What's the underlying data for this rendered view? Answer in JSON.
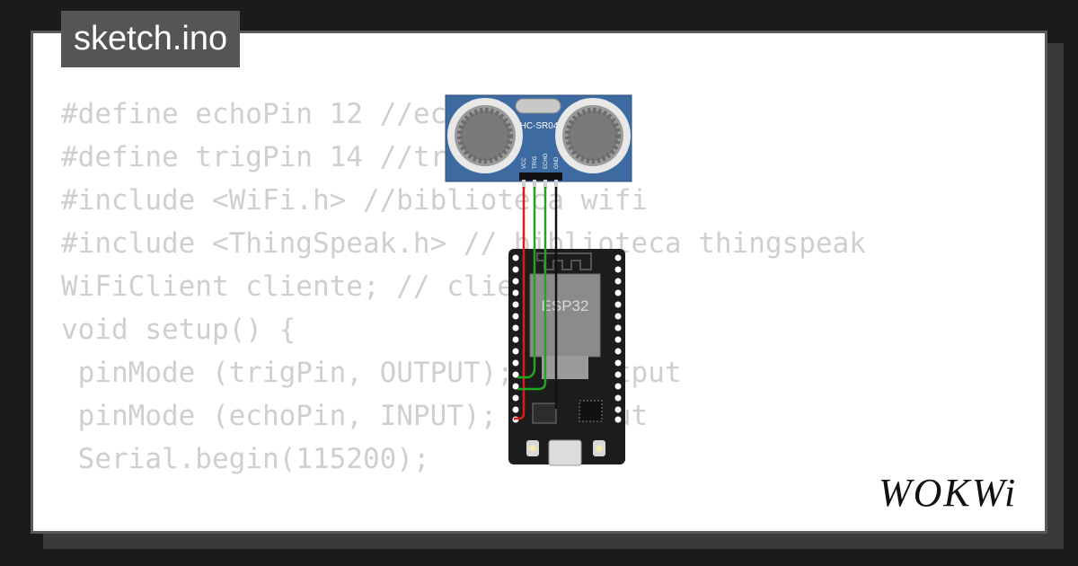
{
  "file_tab": {
    "label": "sketch.ino"
  },
  "code_lines": [
    "#define echoPin 12 //echopin",
    "#define trigPin 14 //trigpin",
    "#include <WiFi.h> //biblioteca wifi",
    "#include <ThingSpeak.h> // biblioteca thingspeak",
    "",
    "WiFiClient cliente; // cliente",
    "",
    "void setup() {",
    " pinMode (trigPin, OUTPUT); // output",
    " pinMode (echoPin, INPUT); // input",
    " Serial.begin(115200);"
  ],
  "sensor": {
    "name": "HC-SR04",
    "pins": [
      "VCC",
      "TRIG",
      "ECHO",
      "GND"
    ]
  },
  "board": {
    "chip_label": "ESP32"
  },
  "brand": {
    "logo_text": "WOKWi"
  },
  "colors": {
    "wire_vcc": "#d81b1b",
    "wire_signal": "#1fa51f",
    "wire_gnd": "#111111",
    "sensor_body": "#3d6aa0",
    "board_body": "#1c1c1c"
  }
}
